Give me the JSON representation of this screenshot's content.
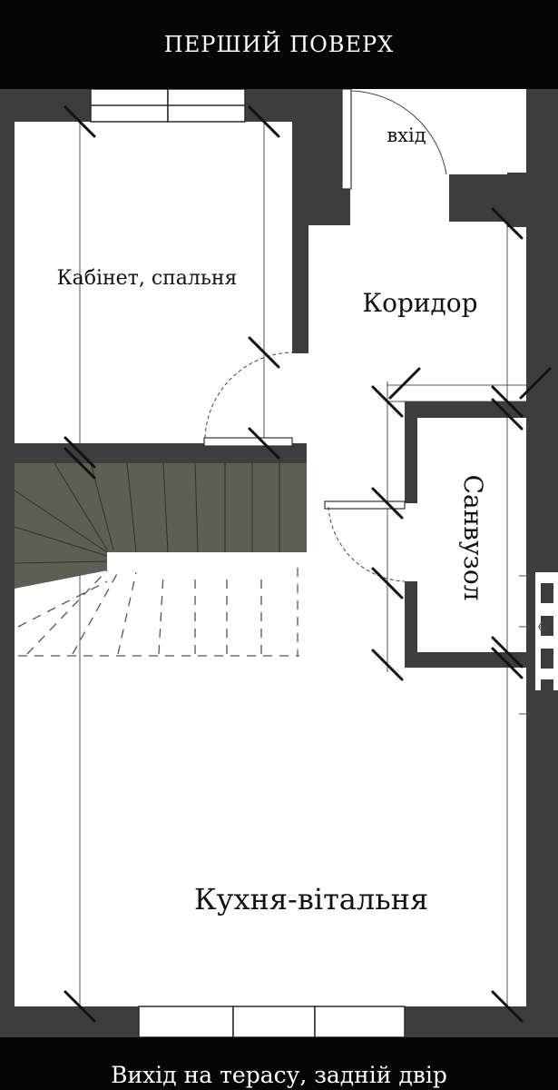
{
  "header": {
    "title": "ПЕРШИЙ ПОВЕРХ"
  },
  "plan": {
    "rooms": {
      "entrance": "вхід",
      "office": "Кабінет, спальня",
      "corridor": "Коридор",
      "bathroom": "Санвузол",
      "kitchen": "Кухня-вітальня"
    },
    "colors": {
      "wall": "#3d3d3d",
      "stair": "#5d5f53",
      "background": "#ffffff",
      "bar": "#050505"
    }
  },
  "footer": {
    "caption": "Вихід на терасу, задній двір"
  }
}
